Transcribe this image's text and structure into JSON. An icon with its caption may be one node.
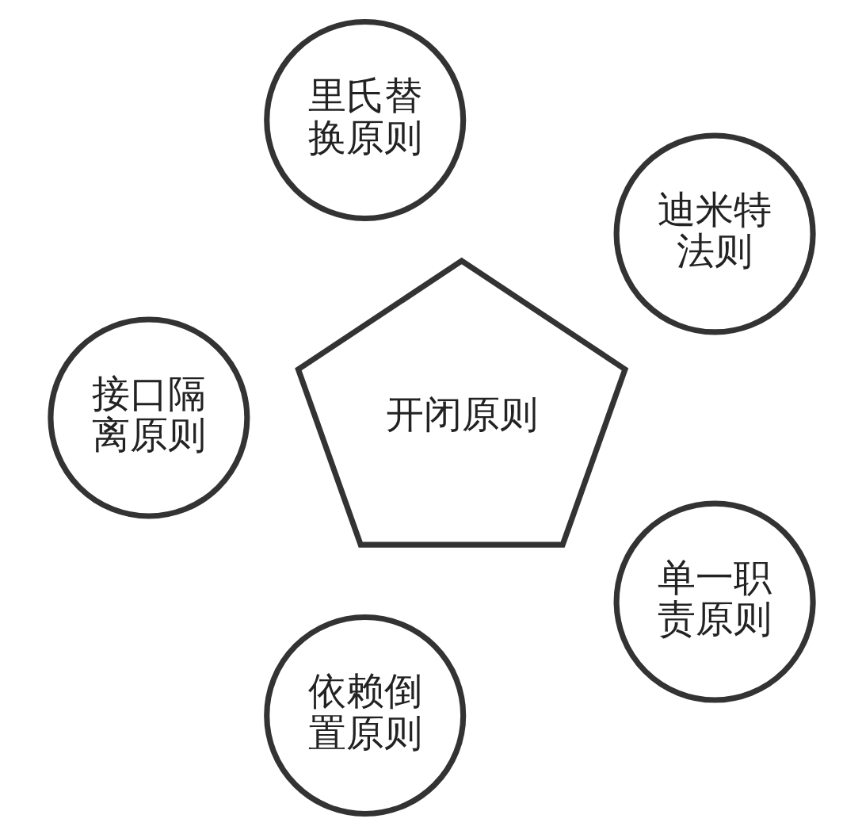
{
  "diagram": {
    "nodes": [
      {
        "text": [
          "迪米特法则"
        ]
      },
      {
        "text": [
          "里氏替换原则"
        ]
      },
      {
        "text": [
          "开闭原则"
        ]
      },
      {
        "text": [
          "接口隔离原则"
        ]
      },
      {
        "text": [
          "依赖倒置原则"
        ]
      },
      {
        "text": [
          "单一职责原则"
        ]
      }
    ],
    "edges": []
  }
}
